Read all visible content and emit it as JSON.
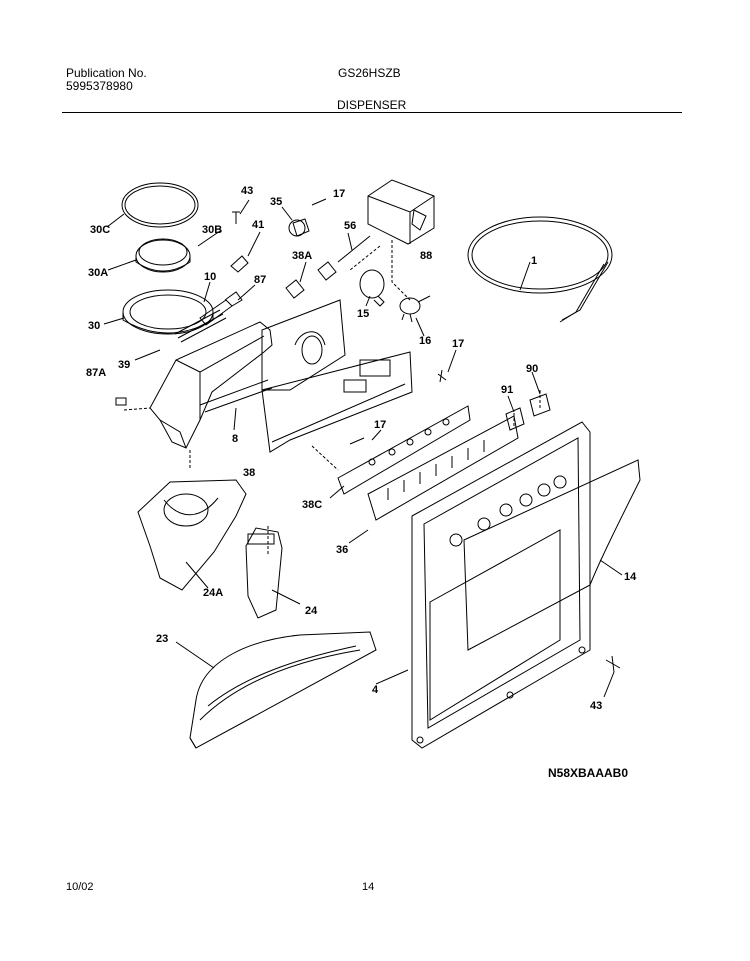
{
  "header": {
    "publication_label": "Publication No.",
    "publication_number": "5995378980",
    "model": "GS26HSZB",
    "section": "DISPENSER"
  },
  "callouts": [
    "1",
    "30C",
    "30B",
    "30A",
    "30",
    "43",
    "35",
    "17",
    "41",
    "87",
    "10",
    "39",
    "87A",
    "56",
    "88",
    "38A",
    "15",
    "16",
    "17",
    "8",
    "38",
    "90",
    "91",
    "17",
    "38C",
    "36",
    "14",
    "24A",
    "24",
    "23",
    "4",
    "43"
  ],
  "diagram_code": "N58XBAAAB0",
  "footer": {
    "date": "10/02",
    "page": "14"
  }
}
